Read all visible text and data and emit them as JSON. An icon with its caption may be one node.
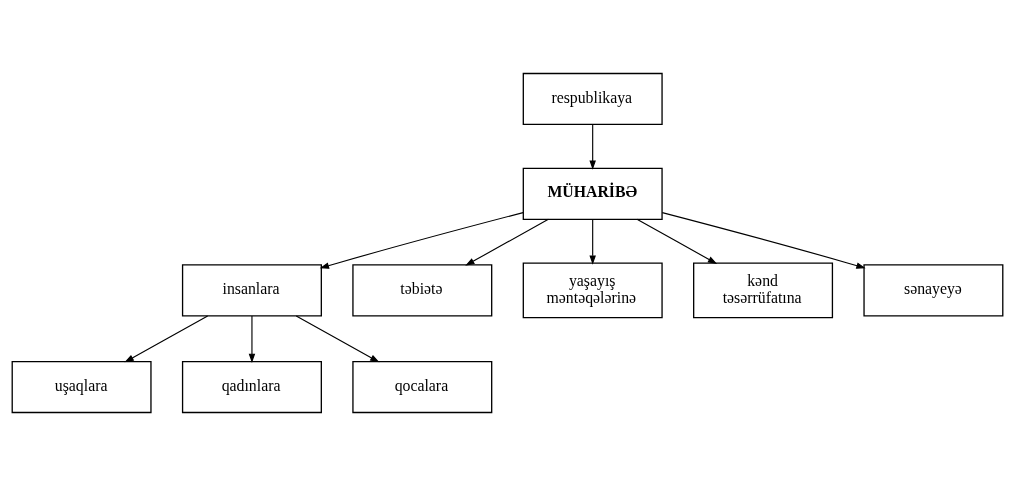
{
  "diagram": {
    "nodes": [
      {
        "text": [
          "respublikaya"
        ]
      },
      {
        "text": [
          "insanlara"
        ]
      },
      {
        "text": [
          "təbiətə"
        ]
      },
      {
        "text": [
          "yaşayış məntəqələrinə"
        ]
      },
      {
        "text": [
          "MÜHARİBƏ"
        ]
      },
      {
        "text": [
          "uşaqlara"
        ]
      },
      {
        "text": [
          "qadınlara"
        ]
      },
      {
        "text": [
          "kənd təsərrüfatına"
        ]
      },
      {
        "text": [
          "sənayeyə"
        ]
      },
      {
        "text": [
          "qocalara"
        ]
      }
    ],
    "edges": [
      {
        "from": 0,
        "to": 4,
        "arrow": "to"
      },
      {
        "from": 4,
        "to": 2,
        "arrow": "to"
      },
      {
        "from": 4,
        "to": 1,
        "arrow": "to"
      },
      {
        "from": 4,
        "to": 3,
        "arrow": "to"
      },
      {
        "from": 4,
        "to": 7,
        "arrow": "to"
      },
      {
        "from": 4,
        "to": 8,
        "arrow": "to"
      },
      {
        "from": 1,
        "to": 5,
        "arrow": "to"
      },
      {
        "from": 1,
        "to": 6,
        "arrow": "to"
      },
      {
        "from": 1,
        "to": 9,
        "arrow": "to"
      }
    ]
  }
}
